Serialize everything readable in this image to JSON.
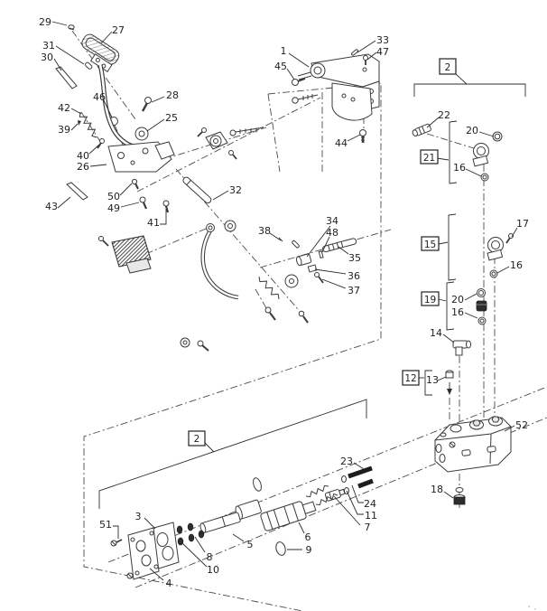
{
  "diagram": {
    "title": "exploded-parts-diagram",
    "boxed_labels": {
      "group_top_right": "2",
      "group_21": "21",
      "group_15": "15",
      "group_19": "19",
      "group_12": "12",
      "group_bottom": "2"
    },
    "part_numbers": {
      "c1": "1",
      "c3": "3",
      "c4": "4",
      "c5": "5",
      "c6": "6",
      "c7": "7",
      "c8": "8",
      "c9": "9",
      "c10": "10",
      "c11": "11",
      "c13": "13",
      "c14": "14",
      "c16a": "16",
      "c16b": "16",
      "c16c": "16",
      "c17": "17",
      "c18": "18",
      "c20a": "20",
      "c20b": "20",
      "c22": "22",
      "c23": "23",
      "c24": "24",
      "c25": "25",
      "c26": "26",
      "c27": "27",
      "c28": "28",
      "c29": "29",
      "c30": "30",
      "c31": "31",
      "c32": "32",
      "c33": "33",
      "c34": "34",
      "c35": "35",
      "c36": "36",
      "c37": "37",
      "c38": "38",
      "c39": "39",
      "c40": "40",
      "c41": "41",
      "c42": "42",
      "c43": "43",
      "c44": "44",
      "c45": "45",
      "c46": "46",
      "c47": "47",
      "c48": "48",
      "c49": "49",
      "c50": "50",
      "c51": "51",
      "c52": "52"
    },
    "colors": {
      "line": "#3b3b3b",
      "label": "#1f1f1f",
      "spring_fill": "#2e2e2e",
      "background": "#ffffff"
    }
  }
}
